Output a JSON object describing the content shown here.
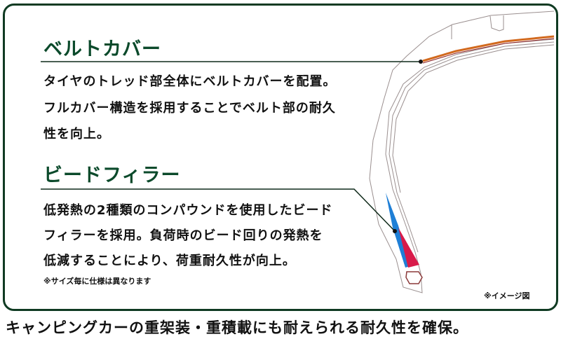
{
  "sections": [
    {
      "title": "ベルトカバー",
      "lines": [
        "タイヤのトレッド部全体にベルトカバーを配置。",
        "フルカバー構造を採用することでベルト部の耐久",
        "性を向上。"
      ]
    },
    {
      "title": "ビードフィラー",
      "lines": [
        "低発熱の2種類のコンパウンドを使用したビード",
        "フィラーを採用。負荷時のビード回りの発熱を",
        "低減することにより、荷重耐久性が向上。"
      ]
    }
  ],
  "size_note": "※サイズ毎に仕様は異なります",
  "image_note": "※イメージ図",
  "caption": "キャンピングカーの重架装・重積載にも耐えられる耐久性を確保。",
  "colors": {
    "border": "#0f3a22",
    "title": "#0b4a2b",
    "belt": "#d2691e",
    "filler_blue": "#1f7fd6",
    "filler_red": "#d81b4a"
  }
}
